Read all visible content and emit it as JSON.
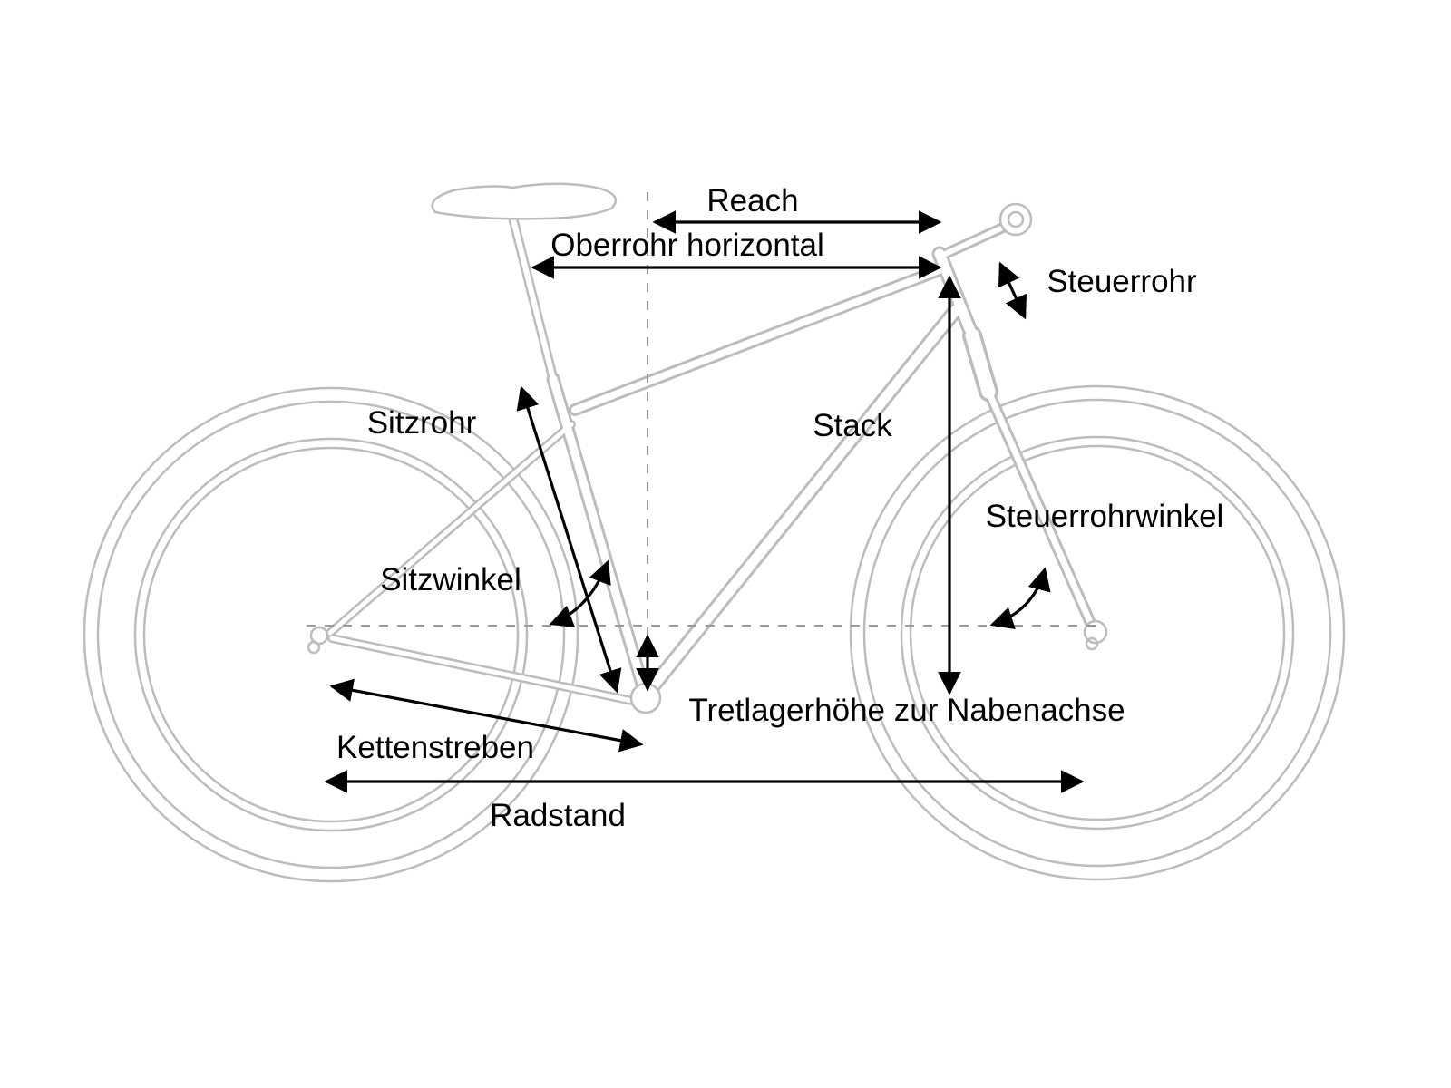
{
  "diagram": {
    "type": "bicycle-geometry-diagram",
    "labels": {
      "reach": "Reach",
      "oberrohr_horizontal": "Oberrohr horizontal",
      "steuerrohr": "Steuerrohr",
      "sitzrohr": "Sitzrohr",
      "stack": "Stack",
      "steuerrohrwinkel": "Steuerrohrwinkel",
      "sitzwinkel": "Sitzwinkel",
      "tretlagerhoehe": "Tretlagerhöhe zur Nabenachse",
      "kettenstreben": "Kettenstreben",
      "radstand": "Radstand"
    },
    "colors": {
      "background": "#ffffff",
      "bike_outline": "#bcbcbc",
      "dashed_line": "#9a9a9a",
      "dimension": "#000000"
    }
  }
}
